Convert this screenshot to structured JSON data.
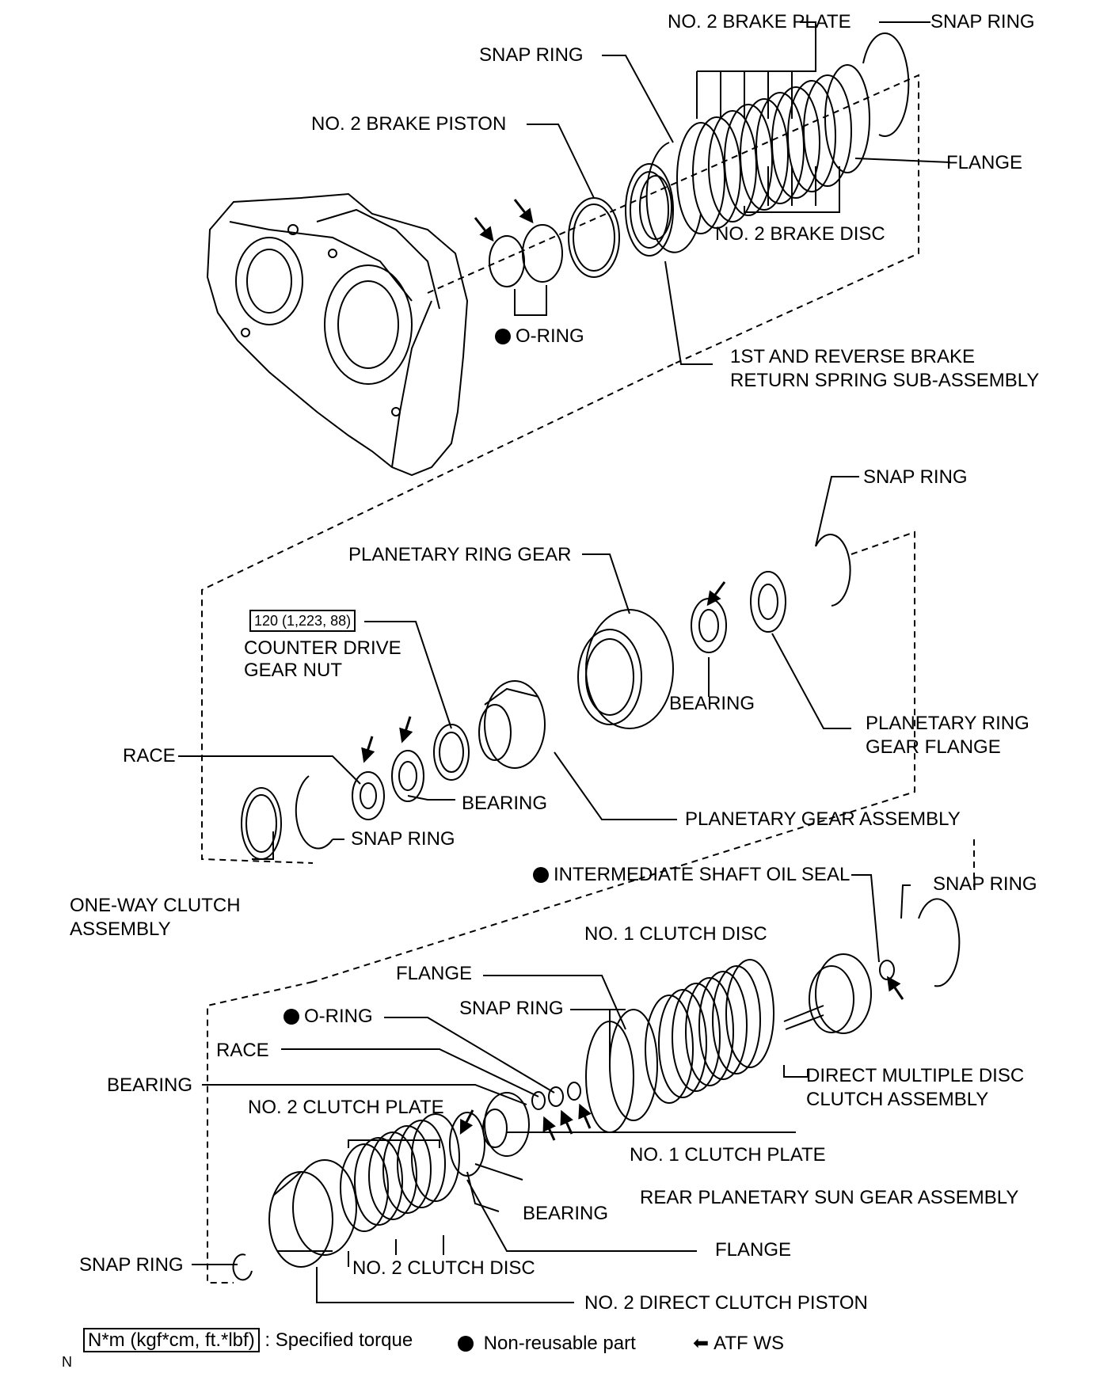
{
  "labels": {
    "no2_brake_plate": "NO. 2 BRAKE PLATE",
    "snap_ring_top_right": "SNAP RING",
    "snap_ring_top": "SNAP RING",
    "no2_brake_piston": "NO. 2 BRAKE PISTON",
    "flange_top": "FLANGE",
    "no2_brake_disc": "NO. 2 BRAKE DISC",
    "o_ring_top": "O-RING",
    "return_spring_line1": "1ST AND REVERSE BRAKE",
    "return_spring_line2": "RETURN SPRING SUB-ASSEMBLY",
    "snap_ring_mid": "SNAP RING",
    "planetary_ring_gear": "PLANETARY RING GEAR",
    "torque_value": "120 (1,223, 88)",
    "counter_drive_line1": "COUNTER DRIVE",
    "counter_drive_line2": "GEAR NUT",
    "bearing_mid_right": "BEARING",
    "planetary_ring_gear_flange_line1": "PLANETARY RING",
    "planetary_ring_gear_flange_line2": "GEAR FLANGE",
    "race_mid": "RACE",
    "bearing_mid": "BEARING",
    "planetary_gear_assembly": "PLANETARY GEAR ASSEMBLY",
    "snap_ring_mid_low": "SNAP RING",
    "one_way_clutch_line1": "ONE-WAY CLUTCH",
    "one_way_clutch_line2": "ASSEMBLY",
    "intermediate_shaft_oil_seal": "INTERMEDIATE SHAFT OIL SEAL",
    "snap_ring_low_right": "SNAP RING",
    "no1_clutch_disc": "NO. 1 CLUTCH DISC",
    "flange_low": "FLANGE",
    "snap_ring_low": "SNAP RING",
    "o_ring_low": "O-RING",
    "race_low": "RACE",
    "bearing_low_left": "BEARING",
    "no2_clutch_plate": "NO. 2 CLUTCH PLATE",
    "direct_multiple_disc_line1": "DIRECT MULTIPLE DISC",
    "direct_multiple_disc_line2": "CLUTCH ASSEMBLY",
    "no1_clutch_plate": "NO. 1 CLUTCH PLATE",
    "rear_planetary_sun_gear": "REAR PLANETARY SUN GEAR ASSEMBLY",
    "bearing_low": "BEARING",
    "flange_bottom": "FLANGE",
    "snap_ring_bottom": "SNAP RING",
    "no2_clutch_disc": "NO. 2 CLUTCH DISC",
    "no2_direct_clutch_piston": "NO. 2 DIRECT CLUTCH PISTON"
  },
  "legend": {
    "torque_unit": "N*m (kgf*cm, ft.*lbf)",
    "torque_text": ": Specified torque",
    "non_reusable": "Non-reusable part",
    "atf": "ATF WS"
  },
  "corner_mark": "N",
  "colors": {
    "ink": "#000000",
    "paper": "#ffffff"
  },
  "icons": {
    "non_reusable": "filled-circle-icon",
    "atf": "left-arrow-icon"
  }
}
